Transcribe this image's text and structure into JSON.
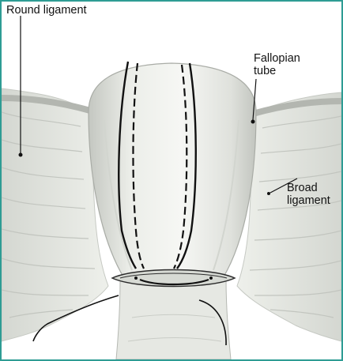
{
  "figure": {
    "labels": {
      "round_ligament": "Round ligament",
      "fallopian_tube": "Fallopian\ntube",
      "broad_ligament": "Broad\nligament"
    },
    "colors": {
      "frame": "#2e9c94",
      "tissue": "#e9ebe6",
      "shadow": "#b9bcb6",
      "line": "#111111"
    }
  }
}
